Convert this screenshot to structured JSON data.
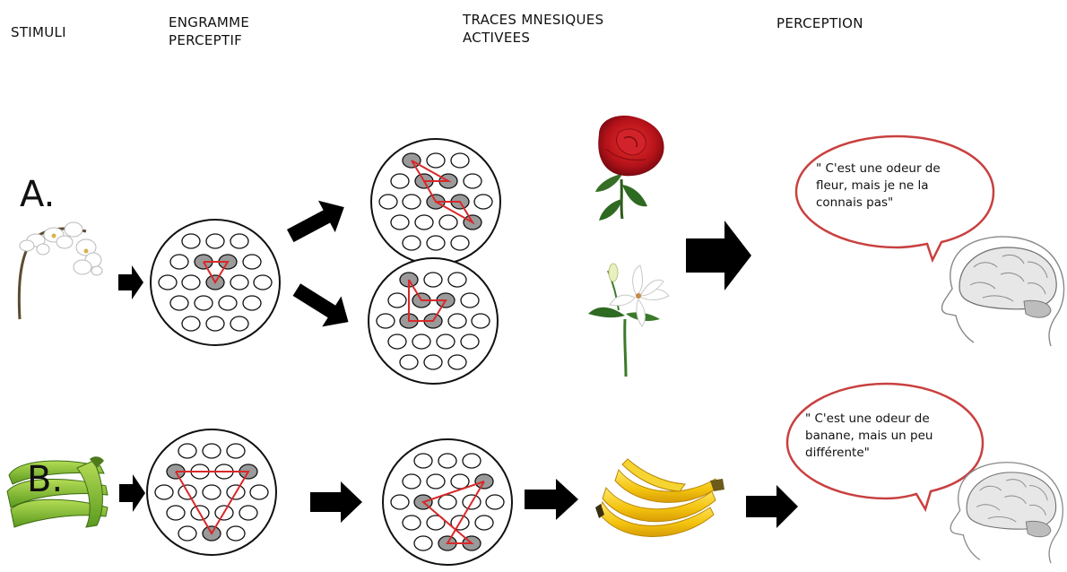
{
  "headers": {
    "stimuli": "STIMULI",
    "engramme": [
      "ENGRAMME",
      "PERCEPTIF"
    ],
    "traces": [
      "TRACES MNESIQUES",
      "ACTIVEES"
    ],
    "perception": "PERCEPTION"
  },
  "rows": {
    "a": {
      "label": "A.",
      "quote": [
        "\" C'est une odeur de",
        "fleur, mais je ne la",
        "connais pas\""
      ]
    },
    "b": {
      "label": "B.",
      "quote": [
        "\" C'est une odeur de",
        "banane, mais un peu",
        "différente\""
      ]
    }
  },
  "colors": {
    "link": "#d9282a",
    "active_node": "#9a9a9a",
    "bubble_stroke": "#c94040",
    "arrow": "#000000"
  },
  "icons": [
    "orchid-flower-icon",
    "banana-bunch-icon",
    "rose-icon",
    "lily-icon",
    "banana-icon",
    "head-brain-icon"
  ]
}
